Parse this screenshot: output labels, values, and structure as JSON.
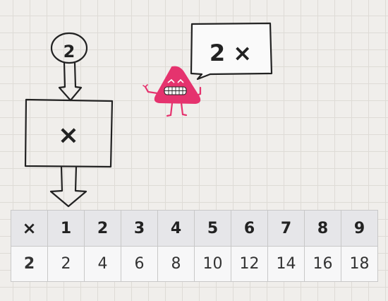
{
  "input_value": "2",
  "machine_operation": "×",
  "speech": "2 ×",
  "mascot_color": "#e5336e",
  "table": {
    "operator": "×",
    "factor": "2",
    "multipliers": [
      "1",
      "2",
      "3",
      "4",
      "5",
      "6",
      "7",
      "8",
      "9"
    ],
    "products": [
      "2",
      "4",
      "6",
      "8",
      "10",
      "12",
      "14",
      "16",
      "18"
    ]
  }
}
